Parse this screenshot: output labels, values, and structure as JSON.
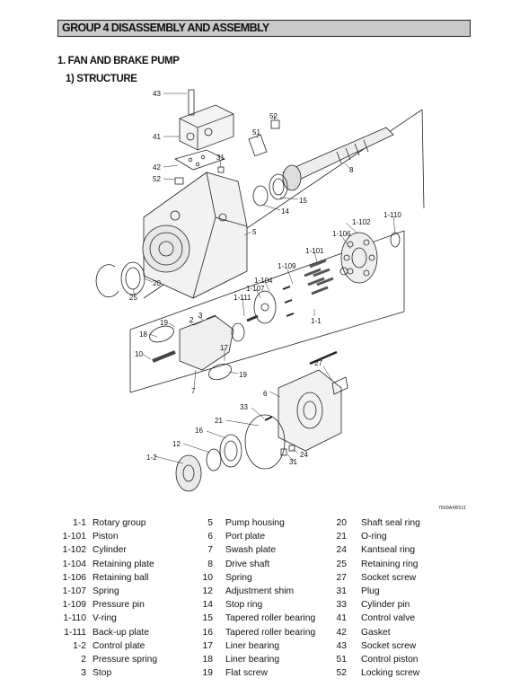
{
  "header": {
    "title": "GROUP 4 DISASSEMBLY AND ASSEMBLY"
  },
  "section": {
    "title": "1. FAN AND BRAKE PUMP"
  },
  "subsection": {
    "title": "1) STRUCTURE"
  },
  "figure": {
    "code": "7609A4BS11",
    "callouts": [
      "43",
      "52",
      "41",
      "51",
      "31",
      "8",
      "42",
      "52",
      "15",
      "14",
      "1-110",
      "1-102",
      "5",
      "1-106",
      "1-101",
      "1-109",
      "1-104",
      "1-107",
      "1-111",
      "25",
      "20",
      "1-1",
      "19",
      "3",
      "2",
      "18",
      "17",
      "10",
      "19",
      "7",
      "27",
      "6",
      "33",
      "21",
      "16",
      "12",
      "1-2",
      "24",
      "31"
    ]
  },
  "legend": {
    "col1": [
      {
        "num": "1-1",
        "desc": "Rotary group"
      },
      {
        "num": "1-101",
        "desc": "Piston"
      },
      {
        "num": "1-102",
        "desc": "Cylinder"
      },
      {
        "num": "1-104",
        "desc": "Retaining plate"
      },
      {
        "num": "1-106",
        "desc": "Retaining ball"
      },
      {
        "num": "1-107",
        "desc": "Spring"
      },
      {
        "num": "1-109",
        "desc": "Pressure pin"
      },
      {
        "num": "1-110",
        "desc": "V-ring"
      },
      {
        "num": "1-111",
        "desc": "Back-up plate"
      },
      {
        "num": "1-2",
        "desc": "Control plate"
      },
      {
        "num": "2",
        "desc": "Pressure spring"
      },
      {
        "num": "3",
        "desc": "Stop"
      }
    ],
    "col2": [
      {
        "num": "5",
        "desc": "Pump housing"
      },
      {
        "num": "6",
        "desc": "Port plate"
      },
      {
        "num": "7",
        "desc": "Swash plate"
      },
      {
        "num": "8",
        "desc": "Drive shaft"
      },
      {
        "num": "10",
        "desc": "Spring"
      },
      {
        "num": "12",
        "desc": "Adjustment shim"
      },
      {
        "num": "14",
        "desc": "Stop ring"
      },
      {
        "num": "15",
        "desc": "Tapered roller bearing"
      },
      {
        "num": "16",
        "desc": "Tapered roller bearing"
      },
      {
        "num": "17",
        "desc": "Liner bearing"
      },
      {
        "num": "18",
        "desc": "Liner bearing"
      },
      {
        "num": "19",
        "desc": "Flat screw"
      }
    ],
    "col3": [
      {
        "num": "20",
        "desc": "Shaft seal ring"
      },
      {
        "num": "21",
        "desc": "O-ring"
      },
      {
        "num": "24",
        "desc": "Kantseal ring"
      },
      {
        "num": "25",
        "desc": "Retaining ring"
      },
      {
        "num": "27",
        "desc": "Socket screw"
      },
      {
        "num": "31",
        "desc": "Plug"
      },
      {
        "num": "33",
        "desc": "Cylinder pin"
      },
      {
        "num": "41",
        "desc": "Control valve"
      },
      {
        "num": "42",
        "desc": "Gasket"
      },
      {
        "num": "43",
        "desc": "Socket screw"
      },
      {
        "num": "51",
        "desc": "Control piston"
      },
      {
        "num": "52",
        "desc": "Locking screw"
      }
    ]
  }
}
